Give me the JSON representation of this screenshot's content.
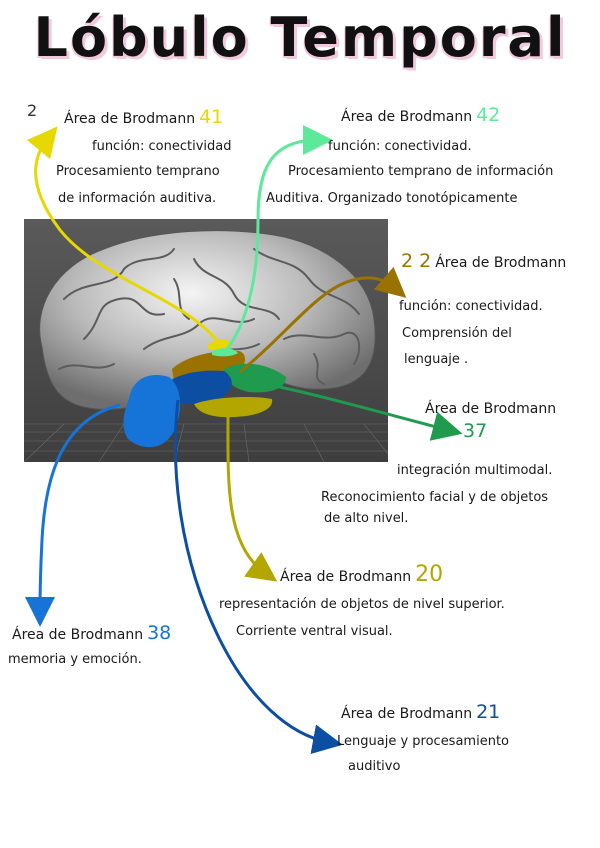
{
  "title": "Lóbulo Temporal",
  "page_number": "2",
  "colors": {
    "a41": "#e6d800",
    "a42": "#5ee89a",
    "a22": "#9a7200",
    "a37": "#1f9a4e",
    "a20": "#b3a600",
    "a38": "#1673d8",
    "a21": "#0b4ea2"
  },
  "areas": {
    "a41": {
      "heading": "Área de Brodmann",
      "number": "41",
      "line1": "función: conectividad",
      "line2": "Procesamiento temprano",
      "line3": "de información auditiva."
    },
    "a42": {
      "heading": "Área de Brodmann",
      "number": "42",
      "line1": "función: conectividad.",
      "line2": "Procesamiento temprano de información",
      "line3": "Auditiva. Organizado tonotópicamente"
    },
    "a22": {
      "number": "2 2",
      "heading": "Área de Brodmann",
      "line1": "función: conectividad.",
      "line2": "Comprensión del",
      "line3": "lenguaje ."
    },
    "a37": {
      "heading": "Área de Brodmann",
      "number": "37",
      "line1": "integración multimodal.",
      "line2": "Reconocimiento facial y de objetos",
      "line3": "de alto nivel."
    },
    "a20": {
      "heading": "Área de Brodmann",
      "number": "20",
      "line1": "representación de objetos de nivel superior.",
      "line2": "Corriente ventral visual."
    },
    "a38": {
      "heading": "Área de Brodmann",
      "number": "38",
      "line1": "memoria y emoción."
    },
    "a21": {
      "heading": "Área de Brodmann",
      "number": "21",
      "line1": "Lenguaje y procesamiento",
      "line2": "auditivo"
    }
  }
}
